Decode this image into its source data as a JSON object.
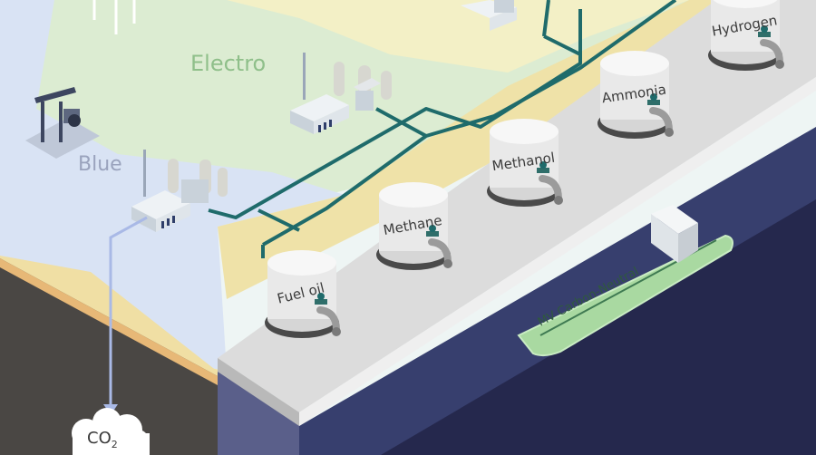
{
  "regions": {
    "electro_label": "Electro",
    "blue_label": "Blue"
  },
  "co2": {
    "label_main": "CO",
    "label_sub": "2"
  },
  "tanks": [
    {
      "label": "Fuel oil"
    },
    {
      "label": "Methane"
    },
    {
      "label": "Methanol"
    },
    {
      "label": "Ammonia"
    },
    {
      "label": "Hydrogen"
    }
  ],
  "ship": {
    "name": "MV Carbon-Neutral"
  },
  "colors": {
    "electro_zone": "#dcecd2",
    "blue_zone": "#d9e3f4",
    "sand": "#efe2a8",
    "pier_top": "#dcdcdc",
    "sea": "#373f6e",
    "ground": "#4a4744",
    "pipe": "#1f6b6b",
    "ship_hull": "#a9d9a1"
  }
}
